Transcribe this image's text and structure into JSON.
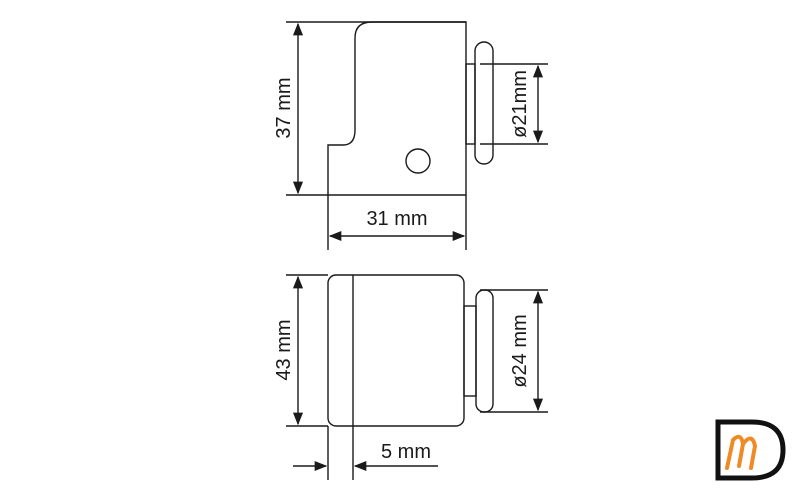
{
  "side_view": {
    "height_label": "37 mm",
    "width_label": "31 mm",
    "roller_diameter_label": "ø21mm"
  },
  "top_view": {
    "height_label": "43 mm",
    "offset_label": "5 mm",
    "roller_diameter_label": "ø24 mm"
  },
  "logo": {
    "letter_outer": "D",
    "letter_inner": "m",
    "colors": {
      "frame": "#111111",
      "accent": "#f08a24"
    }
  },
  "colors": {
    "line": "#1a1a1a",
    "background": "#ffffff"
  }
}
